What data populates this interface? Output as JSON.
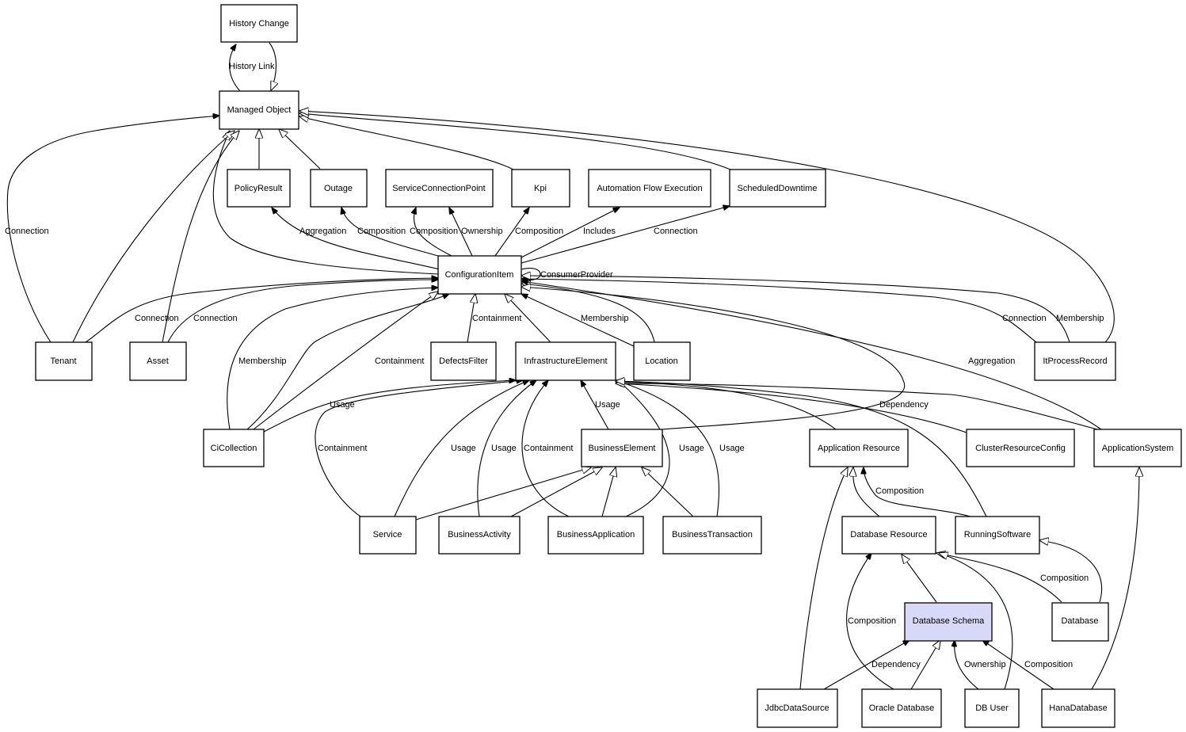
{
  "nodes": {
    "history_change": "History Change",
    "managed_object": "Managed Object",
    "policy_result": "PolicyResult",
    "outage": "Outage",
    "service_connection_point": "ServiceConnectionPoint",
    "kpi": "Kpi",
    "automation_flow_execution": "Automation Flow Execution",
    "scheduled_downtime": "ScheduledDowntime",
    "configuration_item": "ConfigurationItem",
    "tenant": "Tenant",
    "asset": "Asset",
    "defects_filter": "DefectsFilter",
    "infrastructure_element": "InfrastructureElement",
    "location": "Location",
    "it_process_record": "ItProcessRecord",
    "ci_collection": "CiCollection",
    "business_element": "BusinessElement",
    "application_resource": "Application Resource",
    "cluster_resource_config": "ClusterResourceConfig",
    "application_system": "ApplicationSystem",
    "service": "Service",
    "business_activity": "BusinessActivity",
    "business_application": "BusinessApplication",
    "business_transaction": "BusinessTransaction",
    "database_resource": "Database Resource",
    "running_software": "RunningSoftware",
    "database_schema": "Database Schema",
    "database": "Database",
    "jdbc_data_source": "JdbcDataSource",
    "oracle_database": "Oracle Database",
    "db_user": "DB User",
    "hana_database": "HanaDatabase"
  },
  "edge_labels": {
    "history_link": "History Link",
    "tenant_mo_connection": "Connection",
    "ci_policy_aggregation": "Aggregation",
    "ci_outage_composition": "Composition",
    "ci_scp_composition": "Composition",
    "ci_scp_ownership": "Ownership",
    "ci_kpi_composition": "Composition",
    "ci_afe_includes": "Includes",
    "ci_sd_connection": "Connection",
    "ci_consumer_provider": "ConsumerProvider",
    "tenant_ci_connection": "Connection",
    "asset_ci_connection": "Connection",
    "defects_containment": "Containment",
    "location_membership": "Membership",
    "itpr_ci_connection": "Connection",
    "itpr_mo_membership": "Membership",
    "cicoll_membership": "Membership",
    "cicoll_containment": "Containment",
    "appsys_aggregation": "Aggregation",
    "cicoll_ie_usage": "Usage",
    "be_ie_usage": "Usage",
    "ar_ie_dependency": "Dependency",
    "service_containment": "Containment",
    "service_usage": "Usage",
    "ba_usage": "Usage",
    "bapp_containment": "Containment",
    "bapp_usage": "Usage",
    "bt_usage": "Usage",
    "rs_ar_composition": "Composition",
    "db_rs_composition": "Composition",
    "oracle_dr_composition": "Composition",
    "jdbc_ds_dependency": "Dependency",
    "dbuser_ds_ownership": "Ownership",
    "hana_ds_composition": "Composition"
  },
  "colors": {
    "highlight_fill": "#d8d8f8",
    "node_fill": "#ffffff",
    "stroke": "#000000"
  }
}
